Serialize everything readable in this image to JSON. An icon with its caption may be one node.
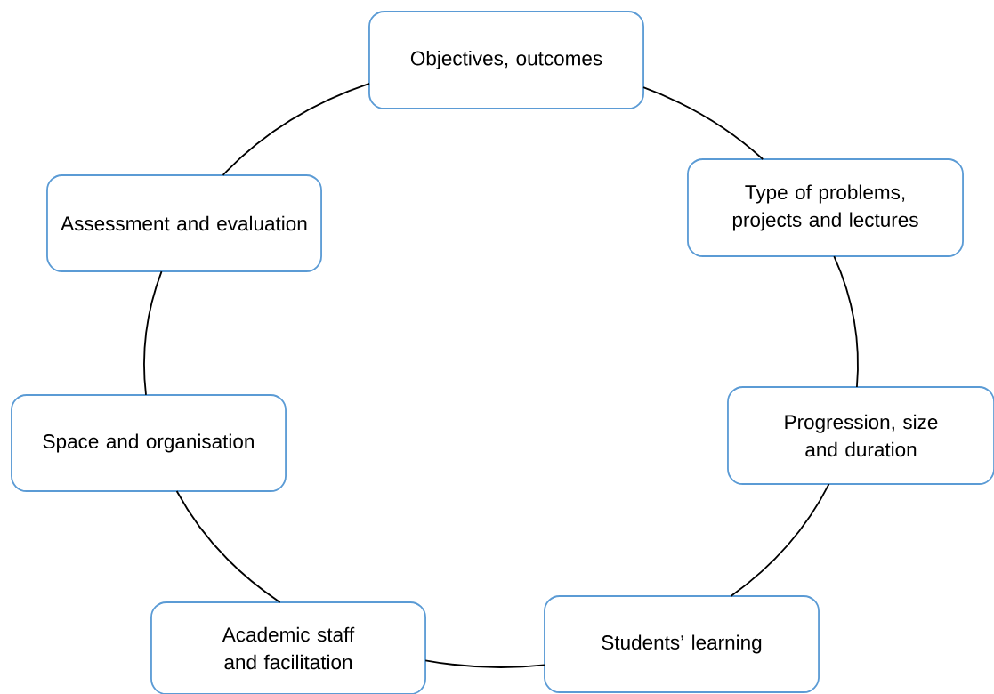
{
  "diagram": {
    "nodes": [
      {
        "text": [
          "Objectives, outcomes"
        ]
      },
      {
        "text": [
          "Type of problems, projects and lectures"
        ]
      },
      {
        "text": [
          "Progression, size and duration"
        ]
      },
      {
        "text": [
          "Students’ learning"
        ]
      },
      {
        "text": [
          "Academic staff and facilitation"
        ]
      },
      {
        "text": [
          "Space and organisation"
        ]
      },
      {
        "text": [
          "Assessment and evaluation"
        ]
      }
    ],
    "edges": [
      {
        "from": 0,
        "to": 1,
        "arrow": "none"
      },
      {
        "from": 1,
        "to": 2,
        "arrow": "none"
      },
      {
        "from": 2,
        "to": 3,
        "arrow": "none"
      },
      {
        "from": 3,
        "to": 4,
        "arrow": "none"
      },
      {
        "from": 4,
        "to": 5,
        "arrow": "none"
      },
      {
        "from": 5,
        "to": 6,
        "arrow": "none"
      },
      {
        "from": 6,
        "to": 0,
        "arrow": "none"
      }
    ]
  }
}
